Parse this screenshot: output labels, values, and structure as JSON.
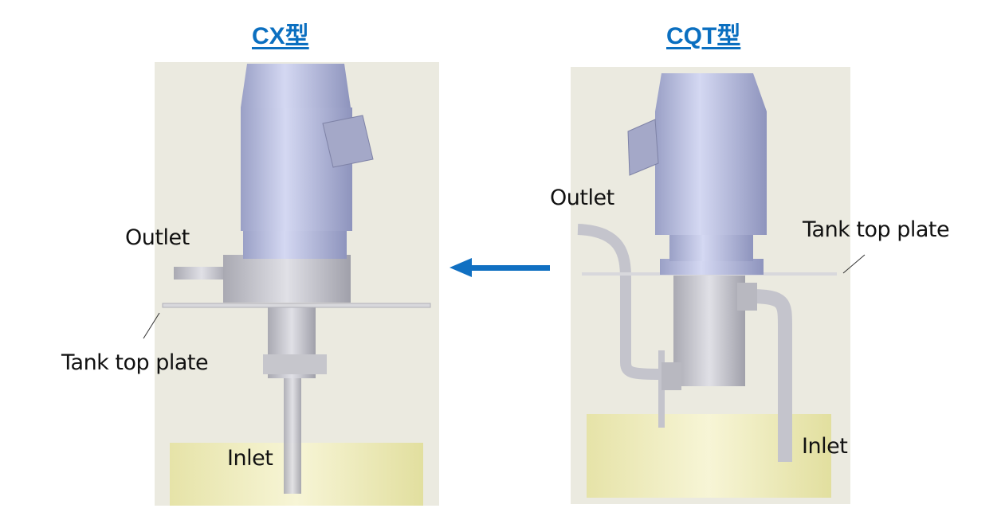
{
  "left": {
    "title": "CX型",
    "outlet": "Outlet",
    "tank_top_plate": "Tank top plate",
    "inlet": "Inlet"
  },
  "right": {
    "title": "CQT型",
    "outlet": "Outlet",
    "tank_top_plate": "Tank top plate",
    "inlet": "Inlet"
  },
  "colors": {
    "title": "#0b6fc0",
    "arrow": "#1170c2",
    "panel": "#ebeae0",
    "tank": "#f1efc4",
    "motor": "#b8bcda"
  }
}
